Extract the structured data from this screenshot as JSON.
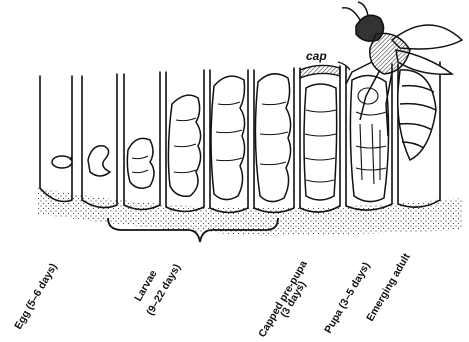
{
  "diagram": {
    "cap_label": "cap",
    "stages": [
      {
        "id": "egg",
        "line1": "Egg (5–6 days)",
        "line2": ""
      },
      {
        "id": "larvae",
        "line1": "Larvae",
        "line2": "(9–22 days)"
      },
      {
        "id": "prepupa",
        "line1": "Capped pre-pupa",
        "line2": "(3 days)"
      },
      {
        "id": "pupa",
        "line1": "Pupa (3–5 days)",
        "line2": ""
      },
      {
        "id": "emerging",
        "line1": "Emerging adult",
        "line2": ""
      }
    ]
  }
}
